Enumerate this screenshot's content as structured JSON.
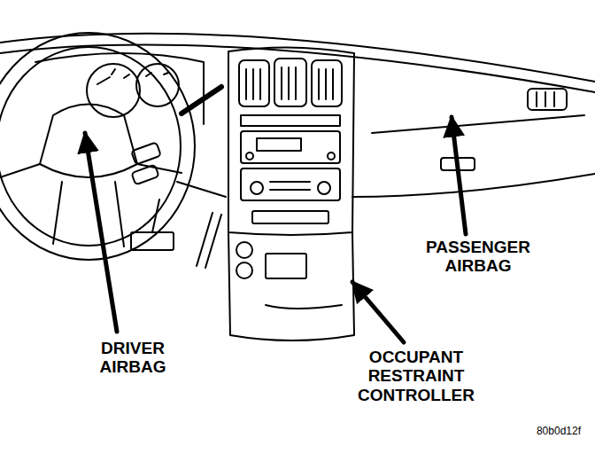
{
  "diagram": {
    "labels": [
      "DRIVER AIRBAG",
      "PASSENGER AIRBAG",
      "OCCUPANT RESTRAINT CONTROLLER",
      "80b0d12f"
    ]
  }
}
